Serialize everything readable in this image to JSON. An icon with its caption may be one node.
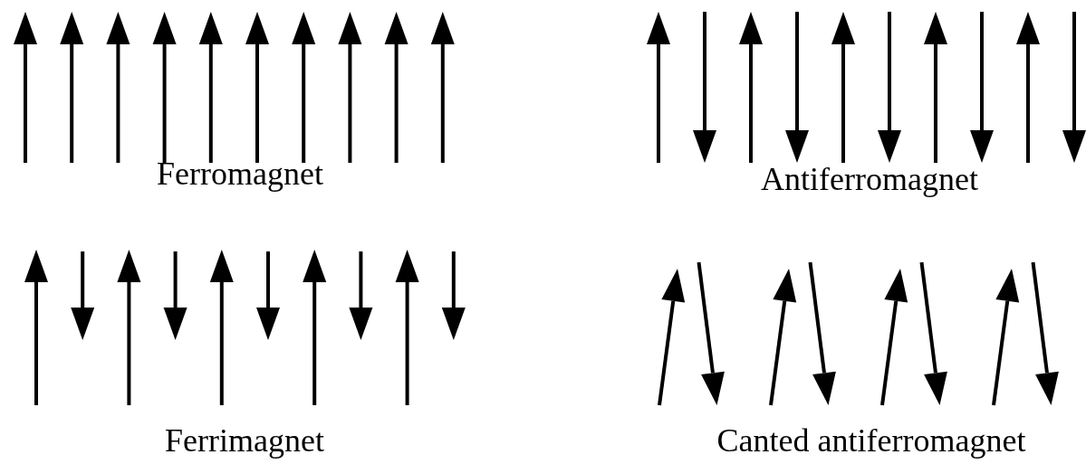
{
  "diagram": {
    "labels": [
      "Ferromagnet",
      "Antiferromagnet",
      "Ferrimagnet",
      "Canted antiferromagnet"
    ]
  }
}
